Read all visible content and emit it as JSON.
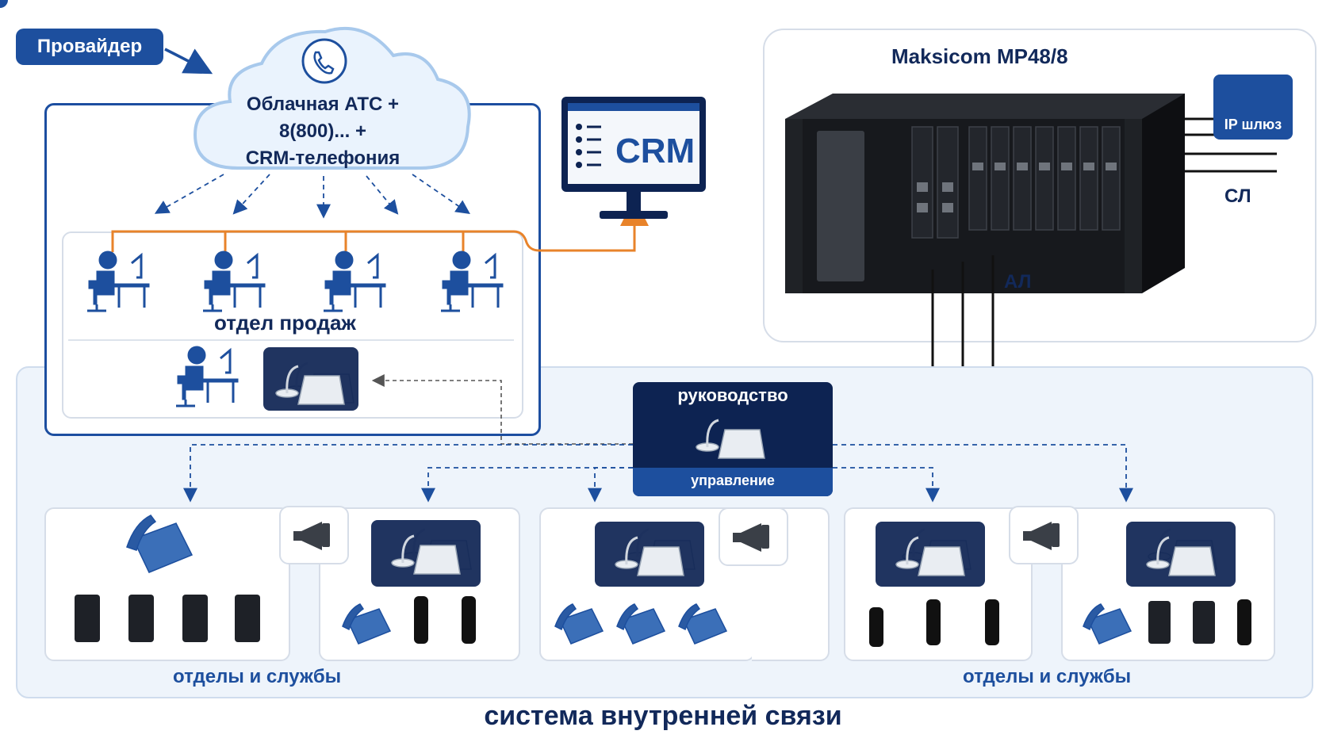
{
  "provider_badge": "Провайдер",
  "cloud": {
    "line1": "Облачная АТС +",
    "line2": "8(800)... +",
    "line3": "CRM-телефония"
  },
  "crm_label": "CRM",
  "sales_label": "отдел продаж",
  "maksicom_title": "Maksicom MP48/8",
  "ip_gateway_label": "IP шлюз",
  "sl_label": "СЛ",
  "al_label": "АЛ",
  "management_title": "руководство",
  "management_subtitle": "управление",
  "departments_left": "отделы и службы",
  "departments_right": "отделы и службы",
  "footer_title": "система внутренней связи",
  "colors": {
    "navy": "#12295a",
    "blue": "#1d4f9e",
    "orange": "#e8832a",
    "panel": "#eef4fb"
  }
}
